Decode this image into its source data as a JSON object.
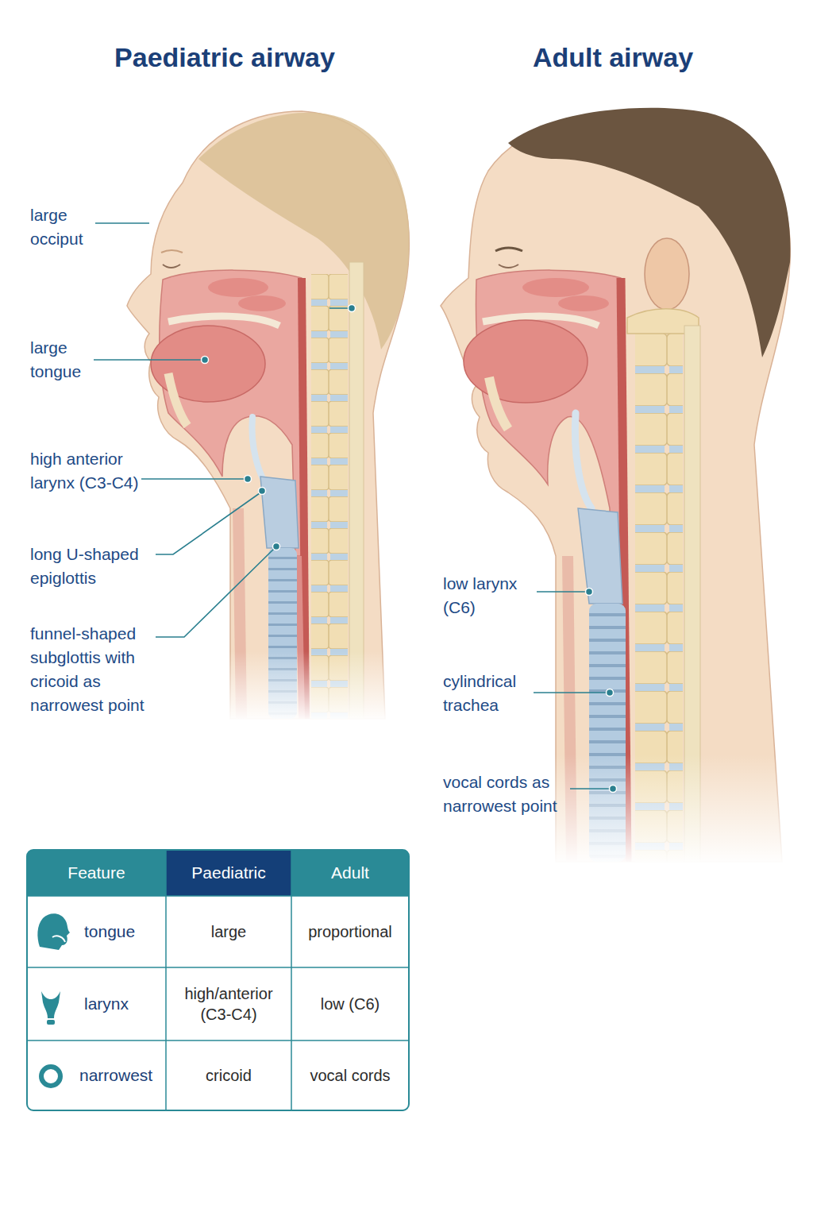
{
  "diagram": {
    "labels": [
      "Paediatric airway",
      "Adult airway",
      "large occiput",
      "large tongue",
      "high anterior larynx (C3-C4)",
      "long U-shaped epiglottis",
      "funnel-shaped subglottis with cricoid as narrowest point",
      "low larynx (C6)",
      "cylindrical trachea",
      "vocal cords as narrowest point",
      "Feature",
      "Paediatric",
      "Adult",
      "tongue",
      "large",
      "proportional",
      "larynx",
      "high/anterior (C3-C4)",
      "low (C6)",
      "narrowest",
      "cricoid",
      "vocal cords"
    ]
  }
}
